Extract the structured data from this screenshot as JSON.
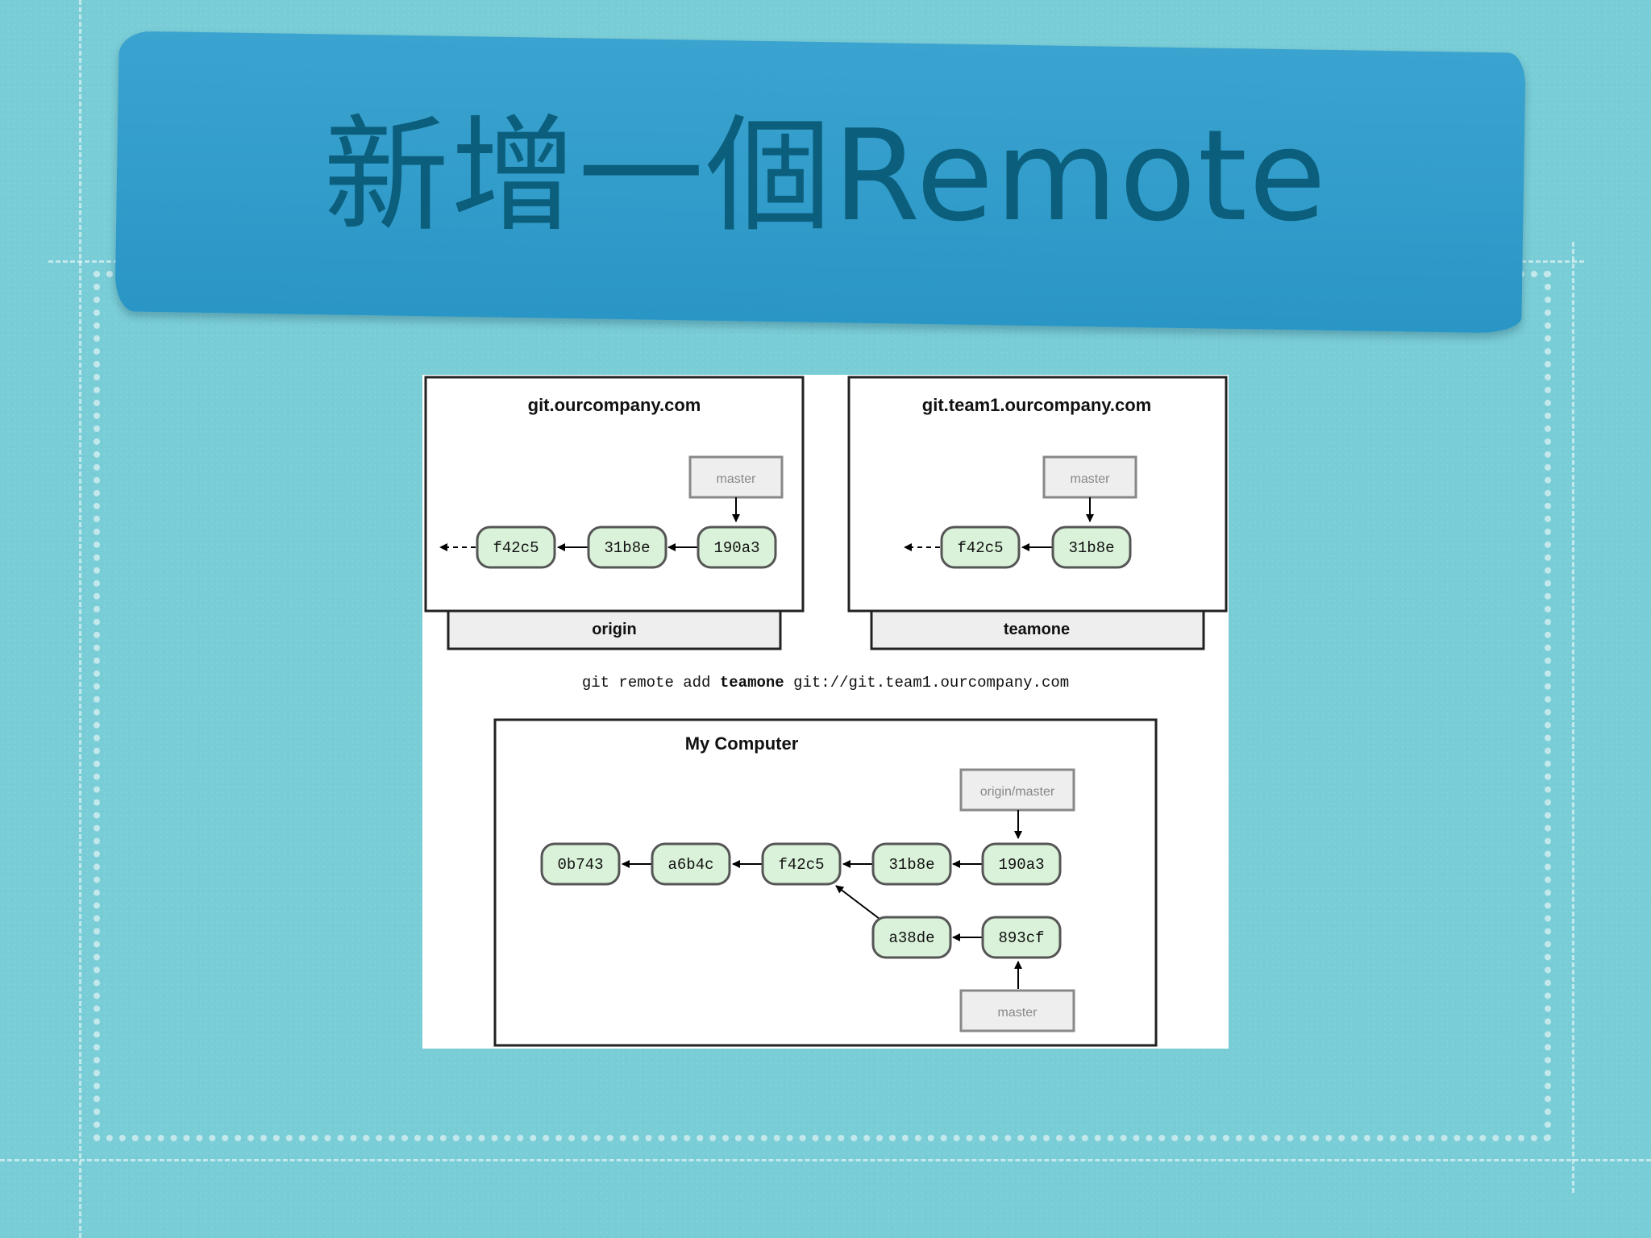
{
  "title": "新增一個Remote",
  "colors": {
    "background": "#79cdd6",
    "banner": "#2f9cca",
    "title": "#0b5f7d",
    "commit_fill": "#d9f2d9",
    "commit_stroke": "#555555",
    "ref_fill": "#eeeeee"
  },
  "diagram": {
    "origin_server": {
      "host": "git.ourcompany.com",
      "remote_name": "origin",
      "branch_label": "master",
      "commits": [
        "f42c5",
        "31b8e",
        "190a3"
      ]
    },
    "team_server": {
      "host": "git.team1.ourcompany.com",
      "remote_name": "teamone",
      "branch_label": "master",
      "commits": [
        "f42c5",
        "31b8e"
      ]
    },
    "command": {
      "prefix": "git remote add ",
      "name": "teamone",
      "url": " git://git.team1.ourcompany.com"
    },
    "local": {
      "title": "My Computer",
      "remote_ref_label": "origin/master",
      "branch_label": "master",
      "main_commits": [
        "0b743",
        "a6b4c",
        "f42c5",
        "31b8e",
        "190a3"
      ],
      "branch_commits": [
        "a38de",
        "893cf"
      ]
    }
  }
}
